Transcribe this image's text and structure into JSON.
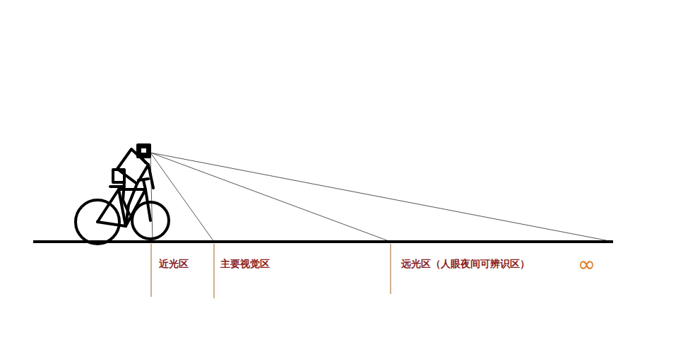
{
  "diagram": {
    "labels": [
      "近光区",
      "主要视觉区",
      "远光区（人眼夜间可辨识区）",
      "∞"
    ]
  }
}
